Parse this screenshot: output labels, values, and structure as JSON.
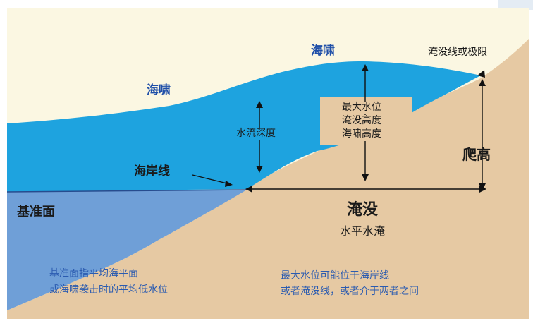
{
  "labels": {
    "tsunami_left": "海啸",
    "tsunami_top": "海啸",
    "inundation_limit": "淹没线或极限",
    "flow_depth": "水流深度",
    "shoreline": "海岸线",
    "max_water_level": "最大水位",
    "inundation_height": "淹没高度",
    "tsunami_height": "海啸高度",
    "runup": "爬高",
    "datum": "基准面",
    "inundation": "淹没",
    "horizontal_inundation": "水平水淹"
  },
  "notes": {
    "datum_line1": "基准面指平均海平面",
    "datum_line2": "或海啸袭击时的平均低水位",
    "max_line1": "最大水位可能位于海岸线",
    "max_line2": "或者淹没线，或者介于两者之间"
  },
  "colors": {
    "sky": "#fbf7e2",
    "land": "#e6c9a3",
    "tsunami_water": "#1ea3df",
    "sea_below_datum": "#6f9fd7",
    "text_blue": "#1f4fa8"
  }
}
